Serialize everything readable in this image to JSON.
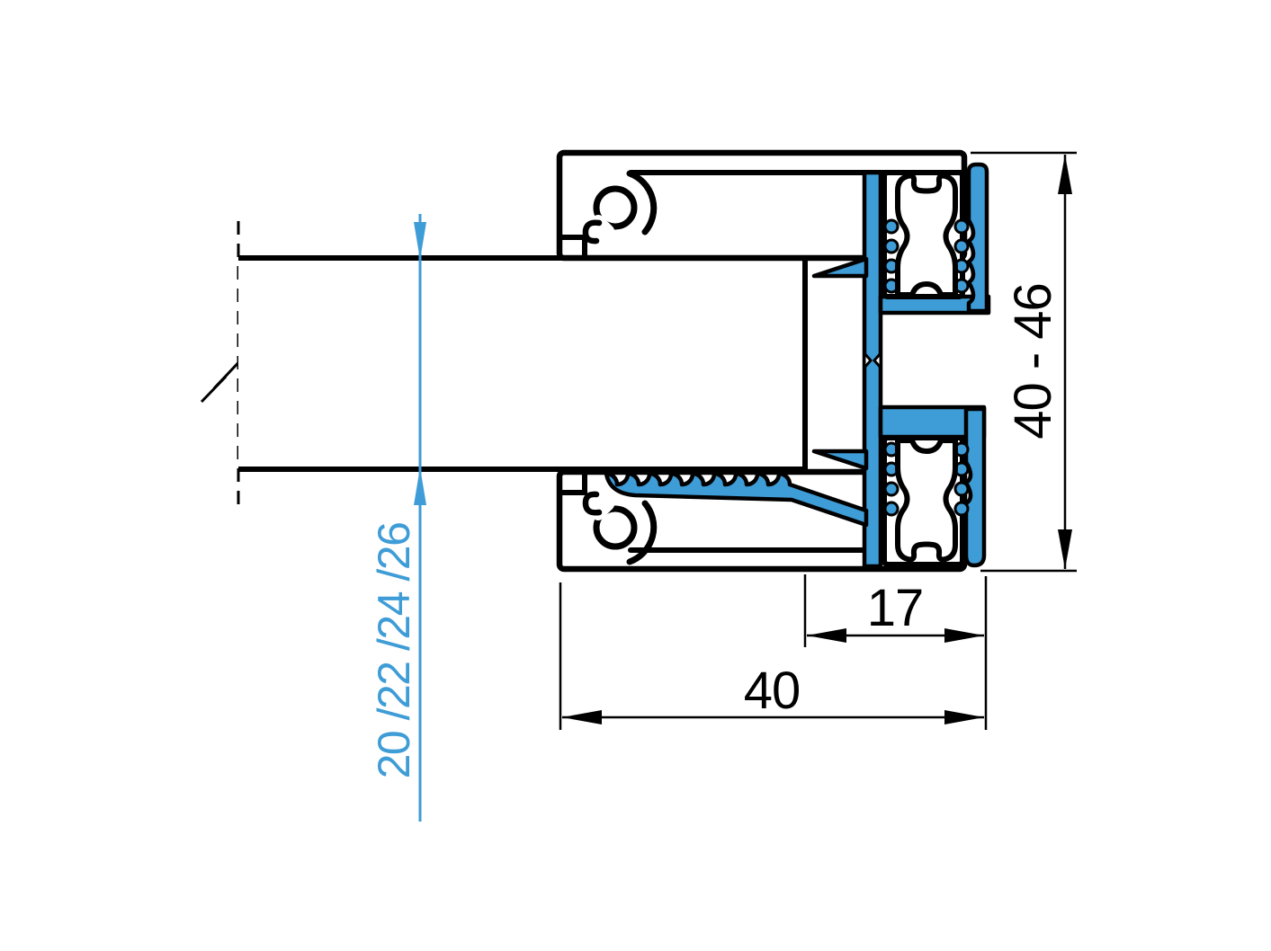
{
  "drawing": {
    "title": "glazing-profile-cross-section",
    "dimensions": {
      "overall_height": "40 - 46",
      "inner_depth": "17",
      "overall_width": "40",
      "glass_thickness_options": "20 /22 /24 /26"
    },
    "colors": {
      "gasket_blue": "#3E9CD6",
      "outline_black": "#000000",
      "background_white": "#FFFFFF"
    }
  }
}
